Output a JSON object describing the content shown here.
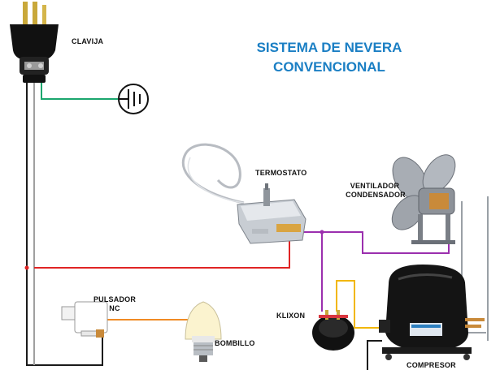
{
  "title": {
    "line1": "SISTEMA DE NEVERA",
    "line2": "CONVENCIONAL"
  },
  "components": {
    "plug": "CLAVIJA",
    "thermostat": "TERMOSTATO",
    "fan_line1": "VENTILADOR",
    "fan_line2": "CONDENSADOR",
    "pushbutton_line1": "PULSADOR",
    "pushbutton_line2": "NC",
    "bulb": "BOMBILLO",
    "overload": "KLIXON",
    "compressor": "COMPRESOR"
  },
  "wire_colors": {
    "neutral": "#1a1a1a",
    "line": "#e02424",
    "ground": "#1aa66e",
    "fan": "#9b2fae",
    "lamp": "#f08a24",
    "klixon": "#f2b705",
    "return": "#9aa0a6"
  }
}
